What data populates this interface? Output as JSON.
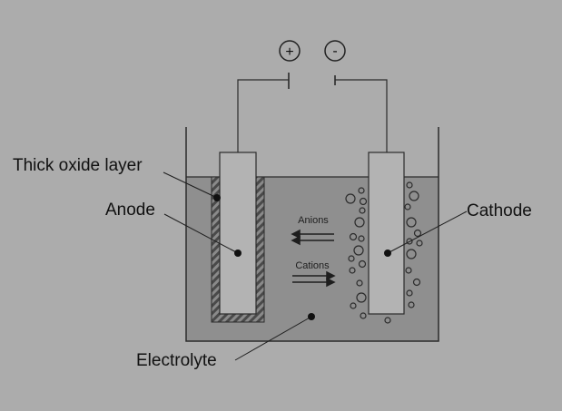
{
  "terminals": {
    "positive": "+",
    "negative": "-"
  },
  "labels": {
    "thick_oxide_layer": "Thick oxide layer",
    "anode": "Anode",
    "cathode": "Cathode",
    "electrolyte": "Electrolyte",
    "anions": "Anions",
    "cations": "Cations"
  },
  "colors": {
    "background": "#acacac",
    "electrolyte": "#8f8f8f",
    "electrode": "#b3b3b3",
    "oxide_hatch": "#4a4a4a",
    "line": "#2b2b2b"
  }
}
